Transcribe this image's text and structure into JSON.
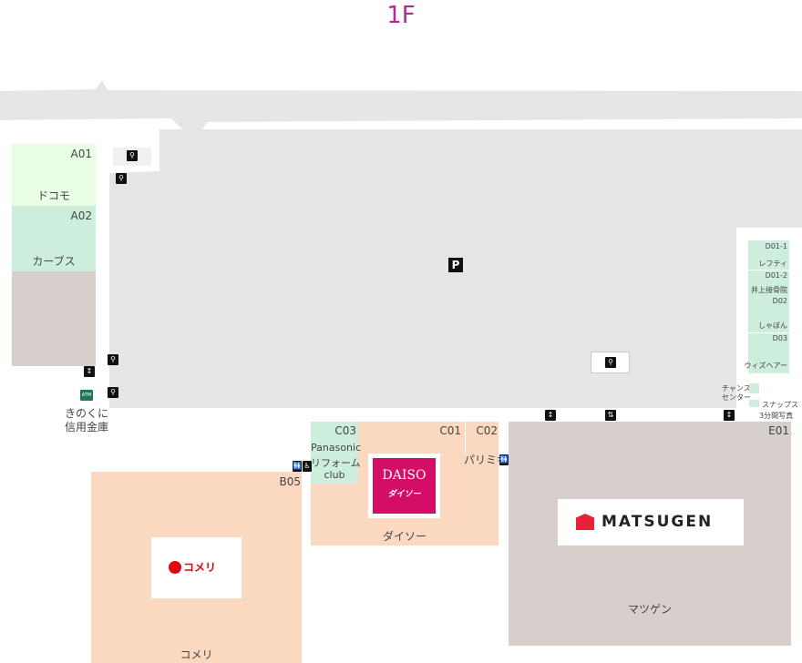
{
  "floor": {
    "label": "1F"
  },
  "parking": {
    "label": "P"
  },
  "atm": {
    "label": "ATM"
  },
  "shops": {
    "a01": {
      "code": "A01",
      "name": "ドコモ"
    },
    "a02": {
      "code": "A02",
      "name": "カーブス"
    },
    "kinokuni": {
      "name_line1": "きのくに",
      "name_line2": "信用金庫"
    },
    "d01_1": {
      "code": "D01-1",
      "name": "レフティ"
    },
    "d01_2": {
      "code": "D01-2",
      "name": "井上接骨院"
    },
    "d02": {
      "code": "D02",
      "name": "しゃぼん"
    },
    "d03": {
      "code": "D03",
      "name": "ウィズヘアー"
    },
    "chance": {
      "name_line1": "チャンス",
      "name_line2": "センター"
    },
    "snaps": {
      "name_line1": "スナップス",
      "name_line2": "3分間写真"
    },
    "c03": {
      "code": "C03",
      "line1": "Panasonic",
      "line2": "リフォーム",
      "line3": "club"
    },
    "c01": {
      "code": "C01",
      "name": "ダイソー",
      "logo_line1": "DAISO",
      "logo_line2": "ダイソー"
    },
    "c02": {
      "code": "C02",
      "name": "パリミキ"
    },
    "b05": {
      "code": "B05",
      "name": "コメリ",
      "logo_text": "コメリ"
    },
    "e01": {
      "code": "E01",
      "name": "マツゲン",
      "logo_text": "MATSUGEN"
    }
  },
  "colors": {
    "title": "#b22a96",
    "parking_lot": "#e6e6e6",
    "tenant_green": "#e9fde5",
    "tenant_teal": "#cdeedd",
    "tenant_gray": "#d6cfcb",
    "tenant_peach": "#fbd8c0",
    "daiso": "#d40d67",
    "matsugen": "#e52238",
    "komeri": "#e60012"
  },
  "icons": [
    "bicycle-icon",
    "restroom-icon",
    "wheelchair-icon",
    "stairs-icon",
    "elevator-icon",
    "atm-icon",
    "parking-icon"
  ]
}
